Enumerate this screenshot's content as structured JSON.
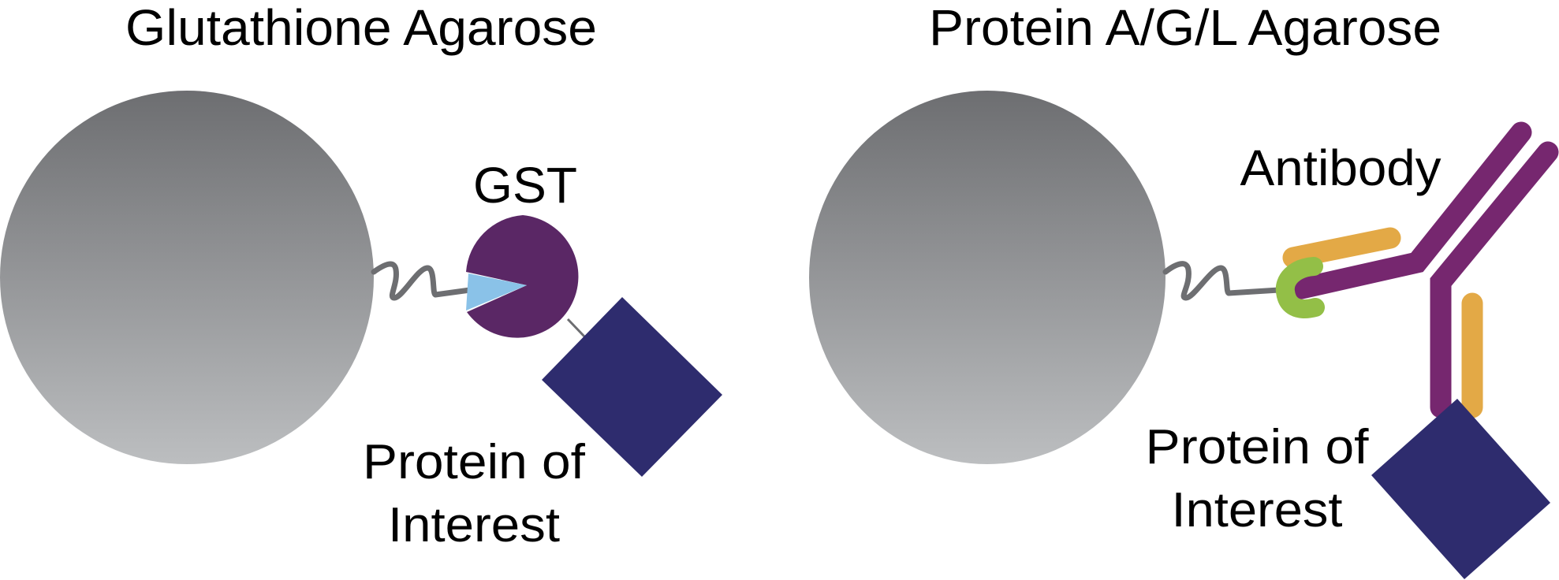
{
  "panels": [
    {
      "title": "Glutathione Agarose",
      "tag_label": "GST",
      "target_label_line1": "Protein of",
      "target_label_line2": "Interest"
    },
    {
      "title": "Protein A/G/L Agarose",
      "tag_label": "Antibody",
      "target_label_line1": "Protein of",
      "target_label_line2": "Interest"
    }
  ],
  "colors": {
    "bead_top": "#6d6e71",
    "bead_bottom": "#bcbec0",
    "linker": "#6d6e71",
    "gst": "#5a2765",
    "glutathione": "#8ac2e8",
    "protein_of_interest": "#2e2c6e",
    "antibody_heavy": "#76276f",
    "antibody_light": "#e3a946",
    "protein_agl": "#93bf47"
  }
}
